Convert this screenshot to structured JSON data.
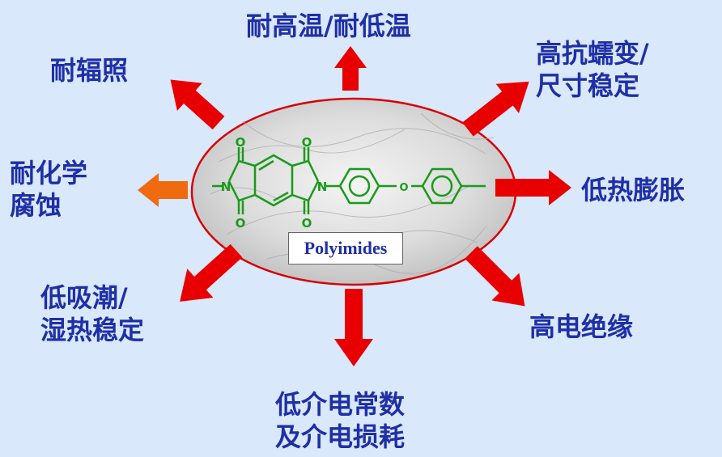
{
  "center": {
    "label": "Polyimides"
  },
  "structure": {
    "atom_O": "O",
    "atom_N": "N",
    "color": "#1a9a1a"
  },
  "properties": {
    "top": "耐高温/耐低温",
    "top_left": "耐辐照",
    "top_right": "高抗蠕变/\n尺寸稳定",
    "left": "耐化学\n腐蚀",
    "right": "低热膨胀",
    "bottom_left": "低吸潮/\n湿热稳定",
    "bottom_right": "高电绝缘",
    "bottom": "低介电常数\n及介电损耗"
  },
  "colors": {
    "background": "#d9e8fb",
    "arrow_main": "#e80000",
    "arrow_left": "#f06a10",
    "label_text": "#1f2fa6",
    "ellipse_border": "#d80000"
  }
}
